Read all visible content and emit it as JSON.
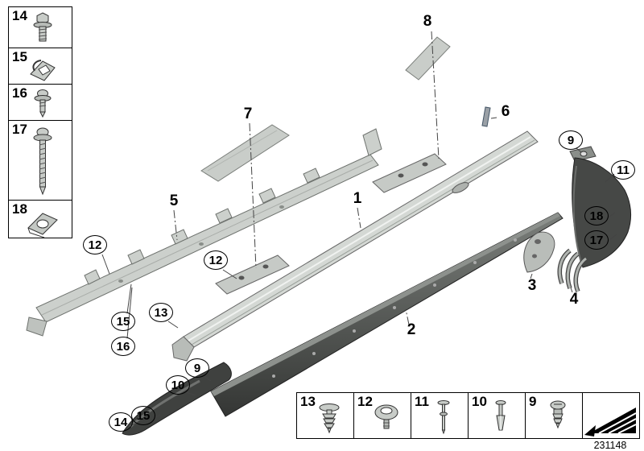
{
  "figure": {
    "part_number": "231148",
    "line_color": "#000000",
    "part_light_gray": "#ccd0cc",
    "part_dark_gray": "#3f413f"
  },
  "legend_left": [
    {
      "id": "14",
      "icon": "hex-flange-screw-icon"
    },
    {
      "id": "15",
      "icon": "spring-clip-icon"
    },
    {
      "id": "16",
      "icon": "washer-screw-icon"
    },
    {
      "id": "17",
      "icon": "long-screw-icon"
    },
    {
      "id": "18",
      "icon": "u-nut-clip-icon"
    }
  ],
  "legend_bottom": [
    {
      "id": "13",
      "icon": "expanding-clip-icon"
    },
    {
      "id": "12",
      "icon": "grommet-icon"
    },
    {
      "id": "11",
      "icon": "pin-rivet-icon"
    },
    {
      "id": "10",
      "icon": "blind-rivet-icon"
    },
    {
      "id": "9",
      "icon": "screw-rivet-icon"
    }
  ],
  "logo": {
    "icon": "direction-arrow-icon"
  },
  "callouts": {
    "plain": [
      {
        "label": "1"
      },
      {
        "label": "2"
      },
      {
        "label": "3"
      },
      {
        "label": "4"
      },
      {
        "label": "5"
      },
      {
        "label": "6"
      },
      {
        "label": "7"
      },
      {
        "label": "8"
      }
    ],
    "circled": [
      {
        "label": "9"
      },
      {
        "label": "11"
      },
      {
        "label": "18"
      },
      {
        "label": "17"
      },
      {
        "label": "12"
      },
      {
        "label": "12"
      },
      {
        "label": "13"
      },
      {
        "label": "15"
      },
      {
        "label": "16"
      },
      {
        "label": "9"
      },
      {
        "label": "10"
      },
      {
        "label": "15"
      },
      {
        "label": "14"
      }
    ]
  }
}
